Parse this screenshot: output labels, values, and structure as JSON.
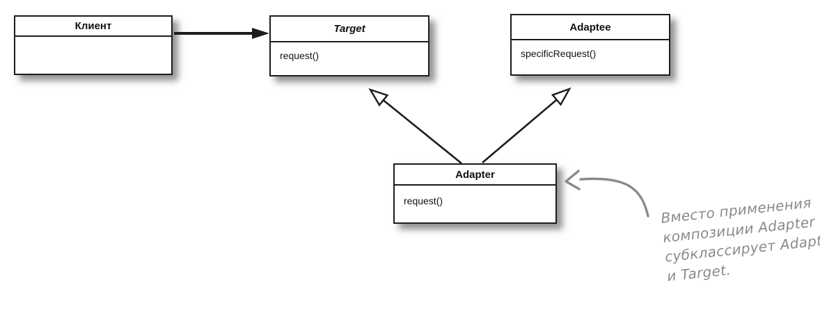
{
  "classes": {
    "client": {
      "title": "Клиент",
      "method": ""
    },
    "target": {
      "title": "Target",
      "method": "request()"
    },
    "adaptee": {
      "title": "Adaptee",
      "method": "specificRequest()"
    },
    "adapter": {
      "title": "Adapter",
      "method": "request()"
    }
  },
  "relations": [
    {
      "from": "Клиент",
      "to": "Target",
      "type": "association"
    },
    {
      "from": "Adapter",
      "to": "Target",
      "type": "inheritance"
    },
    {
      "from": "Adapter",
      "to": "Adaptee",
      "type": "inheritance"
    }
  ],
  "annotation": {
    "lines": [
      "Вместо применения",
      "композиции Adapter",
      "субклассирует Adaptee",
      "и Target."
    ],
    "color": "#8a8a8a"
  },
  "colors": {
    "line": "#1c1c1c",
    "annotation": "#8a8a8a",
    "box_background": "#ffffff"
  }
}
